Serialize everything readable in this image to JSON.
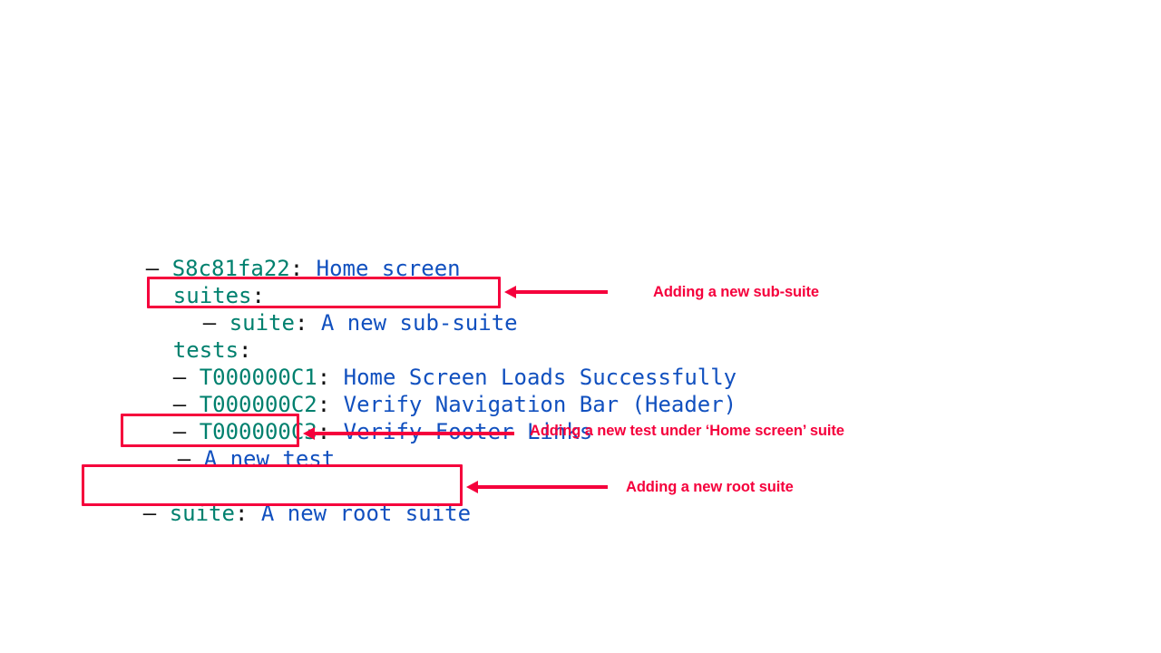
{
  "theme": {
    "background": "#ffffff",
    "key_color": "#00806e",
    "value_color": "#1150bf",
    "punctuation_color": "#111111",
    "accent_red": "#f5003c"
  },
  "tree": {
    "lines": [
      {
        "id": "line-root-suite-home-screen",
        "dash": "– ",
        "key": "S8c81fa22",
        "colon": ": ",
        "value": "Home screen"
      },
      {
        "id": "line-suites-label",
        "dash": "",
        "key": "suites",
        "colon": ":",
        "value": ""
      },
      {
        "id": "line-new-sub-suite",
        "dash": "– ",
        "key": "suite",
        "colon": ": ",
        "value": "A new sub-suite"
      },
      {
        "id": "line-tests-label",
        "dash": "",
        "key": "tests",
        "colon": ":",
        "value": ""
      },
      {
        "id": "line-test-c1",
        "dash": "– ",
        "key": "T000000C1",
        "colon": ": ",
        "value": "Home Screen Loads Successfully"
      },
      {
        "id": "line-test-c2",
        "dash": "– ",
        "key": "T000000C2",
        "colon": ": ",
        "value": "Verify Navigation Bar (Header)"
      },
      {
        "id": "line-test-c3",
        "dash": "– ",
        "key": "T000000C3",
        "colon": ": ",
        "value": "Verify Footer Links"
      },
      {
        "id": "line-new-test",
        "dash": "– ",
        "key": "",
        "colon": "",
        "value": "A new test"
      },
      {
        "id": "line-new-root-suite",
        "dash": "– ",
        "key": "suite",
        "colon": ": ",
        "value": "A new root suite"
      }
    ]
  },
  "annotations": [
    {
      "id": "annotation-sub-suite",
      "text": "Adding a new sub-suite",
      "target": "line-new-sub-suite"
    },
    {
      "id": "annotation-new-test",
      "text": "Adding a new test under ‘Home screen’ suite",
      "target": "line-new-test"
    },
    {
      "id": "annotation-root-suite",
      "text": "Adding a new root suite",
      "target": "line-new-root-suite"
    }
  ]
}
